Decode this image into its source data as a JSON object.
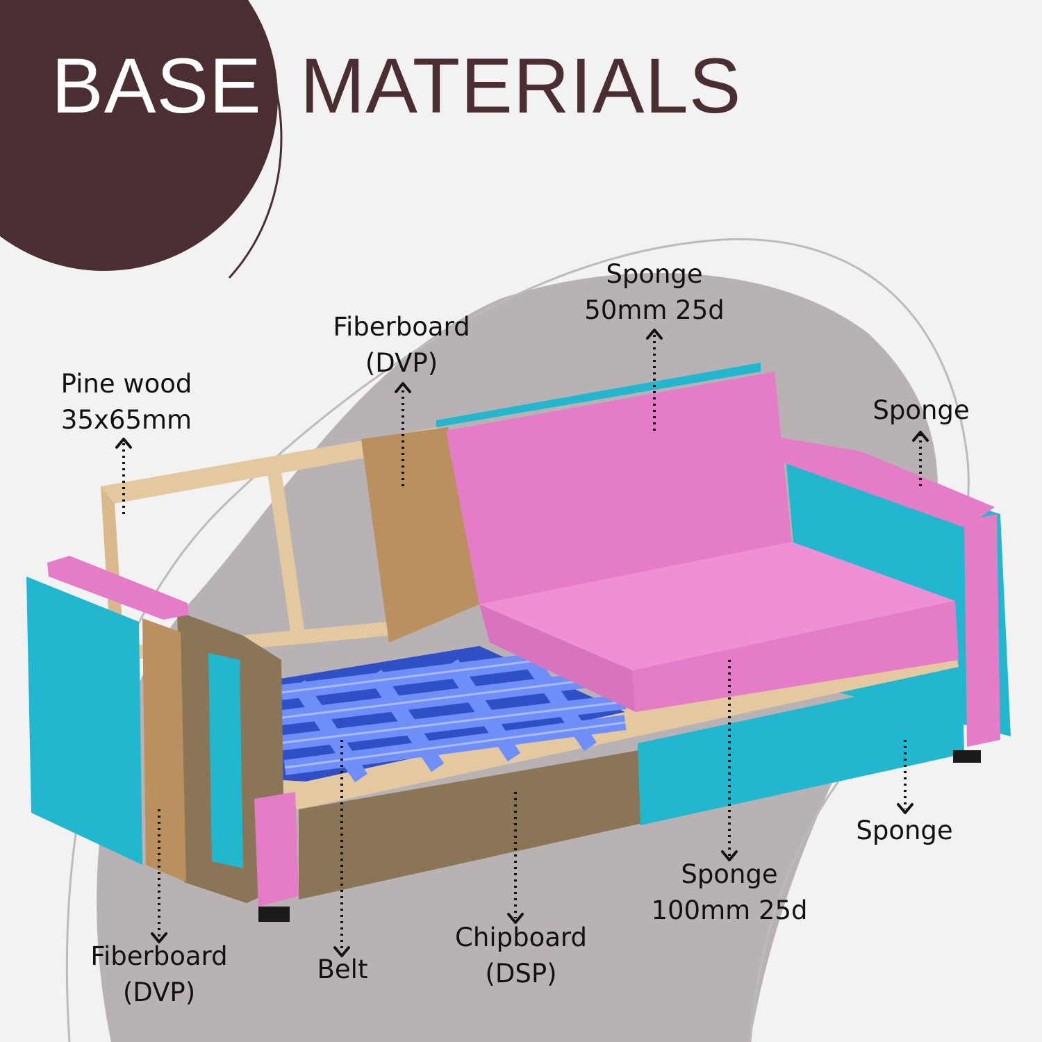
{
  "title": {
    "word1": "BASE",
    "word2": "MATERIALS"
  },
  "colors": {
    "brand_dark": "#4a2e31",
    "background": "#f3f2f3",
    "blob": "#b9b2b5",
    "sponge_pink": "#e47cc8",
    "sponge_blue": "#21b7cf",
    "fiberboard": "#b9905e",
    "chipboard": "#8a7556",
    "pine_wood": "#e4c9a0",
    "belt": "#5d7df0"
  },
  "labels": {
    "pine_wood": {
      "line1": "Pine wood",
      "line2": "35x65mm"
    },
    "fiberboard_back": {
      "line1": "Fiberboard",
      "line2": "(DVP)"
    },
    "sponge_back": {
      "line1": "Sponge",
      "line2": "50mm 25d"
    },
    "sponge_arm": {
      "line1": "Sponge"
    },
    "sponge_side": {
      "line1": "Sponge"
    },
    "sponge_seat": {
      "line1": "Sponge",
      "line2": "100mm 25d"
    },
    "chipboard": {
      "line1": "Chipboard",
      "line2": "(DSP)"
    },
    "belt": {
      "line1": "Belt"
    },
    "fiberboard_side": {
      "line1": "Fiberboard",
      "line2": "(DVP)"
    }
  }
}
